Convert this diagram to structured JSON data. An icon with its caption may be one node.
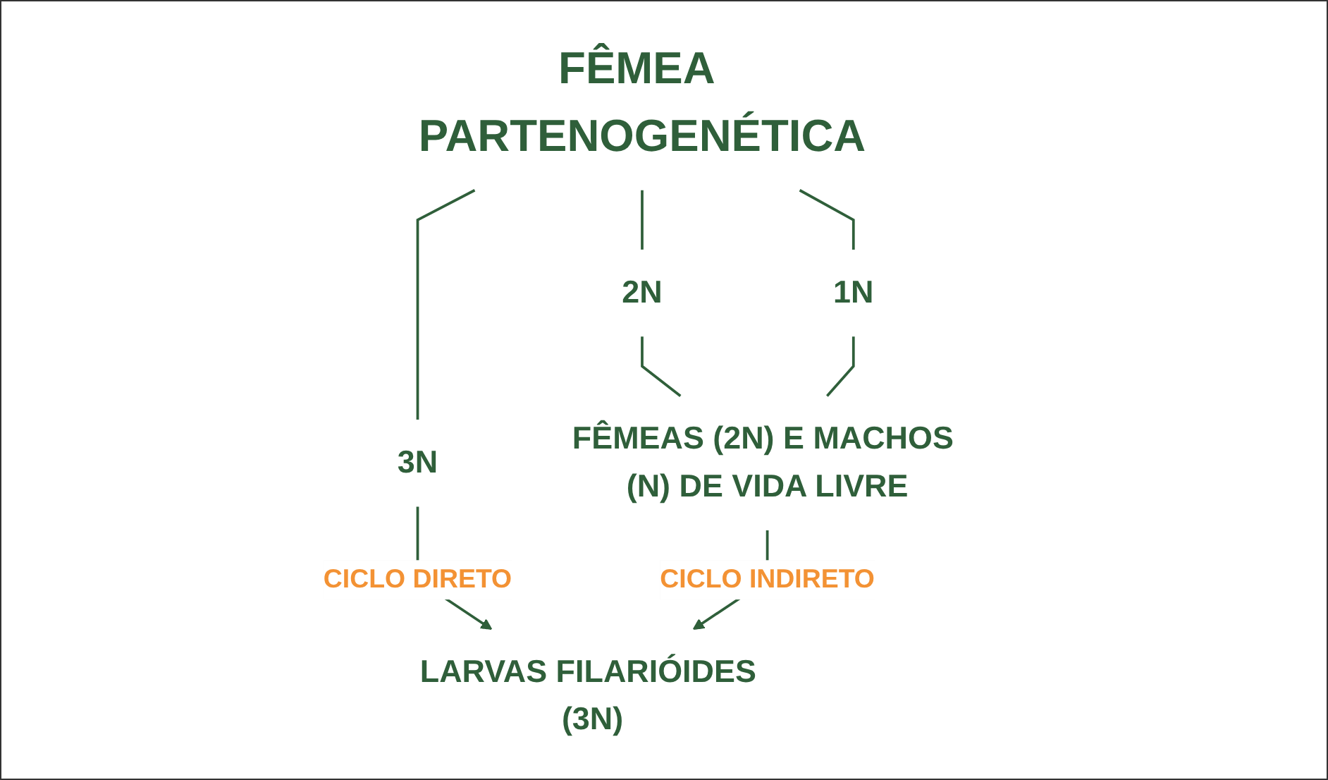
{
  "diagram": {
    "nodes": [
      {
        "text": [
          "FÊMEA PARTENOGENÉTICA"
        ]
      },
      {
        "text": [
          "3N"
        ]
      },
      {
        "text": [
          "2N"
        ]
      },
      {
        "text": [
          "1N"
        ]
      },
      {
        "text": [
          "FÊMEAS (2N) E MACHOS (N) DE VIDA LIVRE"
        ]
      },
      {
        "text": [
          "LARVAS FILARIÓIDES (3N)"
        ]
      }
    ],
    "edges": [
      {
        "from": 0,
        "to": 1,
        "arrow": "none"
      },
      {
        "from": 0,
        "to": 2,
        "arrow": "none"
      },
      {
        "from": 0,
        "to": 3,
        "arrow": "none"
      },
      {
        "from": 2,
        "to": 4,
        "arrow": "none"
      },
      {
        "from": 3,
        "to": 4,
        "arrow": "none"
      },
      {
        "from": 1,
        "to": 5,
        "arrow": "to",
        "label": "CICLO DIRETO"
      },
      {
        "from": 4,
        "to": 5,
        "arrow": "to",
        "label": "CICLO INDIRETO"
      }
    ]
  }
}
